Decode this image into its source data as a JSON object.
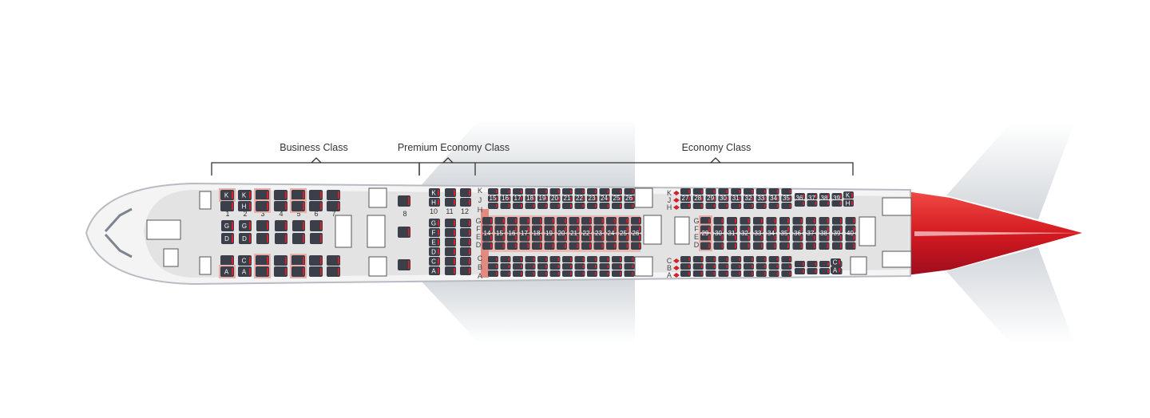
{
  "sections": {
    "business": "Business Class",
    "premium": "Premium Economy Class",
    "economy": "Economy Class"
  },
  "business_rows": [
    "1",
    "2",
    "3",
    "4",
    "5",
    "6",
    "7",
    "8"
  ],
  "business_letters": {
    "upper": [
      "K",
      "H"
    ],
    "center": [
      "G",
      "D"
    ],
    "lower": [
      "C",
      "A"
    ]
  },
  "premium_rows": [
    "10",
    "11",
    "12"
  ],
  "premium_letters": {
    "upper": [
      "K",
      "H"
    ],
    "center": [
      "G",
      "F",
      "E",
      "D"
    ],
    "lower": [
      "C",
      "A"
    ]
  },
  "economy_letters": {
    "upper": [
      "K",
      "J",
      "H"
    ],
    "center": [
      "G",
      "F",
      "E",
      "D"
    ],
    "lower": [
      "C",
      "B",
      "A"
    ]
  },
  "economy_fwd_window_rows": [
    "15",
    "16",
    "17",
    "18",
    "19",
    "20",
    "21",
    "22",
    "23",
    "24",
    "25",
    "26"
  ],
  "economy_fwd_center_rows": [
    "14",
    "15",
    "16",
    "17",
    "18",
    "19",
    "20",
    "21",
    "22",
    "23",
    "24",
    "25",
    "26"
  ],
  "economy_aft_window_rows": [
    "27",
    "28",
    "29",
    "30",
    "31",
    "32",
    "33",
    "34",
    "35",
    "36",
    "37",
    "38",
    "39"
  ],
  "economy_aft_center_rows": [
    "29",
    "30",
    "31",
    "32",
    "33",
    "34",
    "35",
    "36",
    "37",
    "38",
    "39",
    "40"
  ],
  "economy_aft_pair_letters": {
    "upper": [
      "K",
      "H"
    ],
    "lower": [
      "C",
      "A"
    ]
  },
  "colors": {
    "seat": "#3a3f4a",
    "accent": "#d4202a",
    "highlight": "#e8b0aa",
    "cabin": "#e3e3e3",
    "tail": "#d7141c"
  }
}
